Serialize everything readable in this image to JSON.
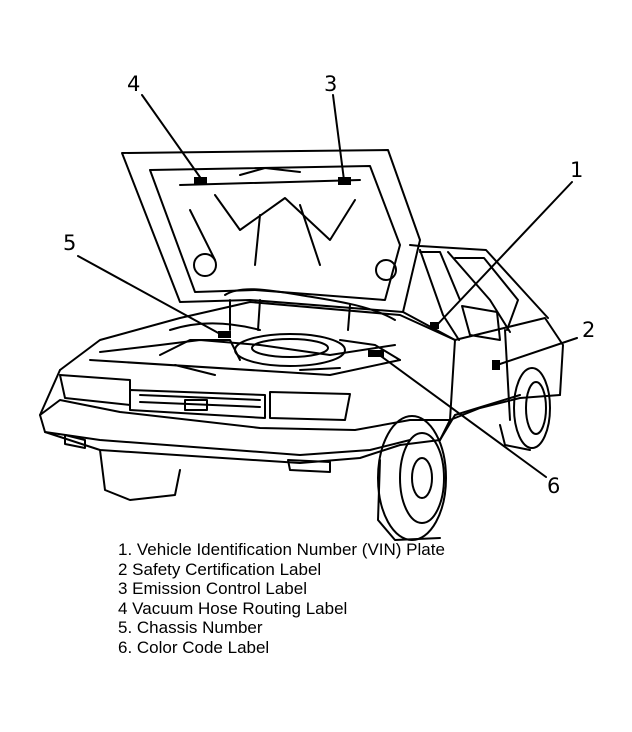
{
  "callouts": [
    "1",
    "2",
    "3",
    "4",
    "5",
    "6"
  ],
  "legend": [
    "1. Vehicle Identification Number (VIN) Plate",
    "2  Safety Certification Label",
    "3  Emission Control Label",
    "4  Vacuum Hose Routing Label",
    "5. Chassis Number",
    "6. Color Code Label"
  ]
}
